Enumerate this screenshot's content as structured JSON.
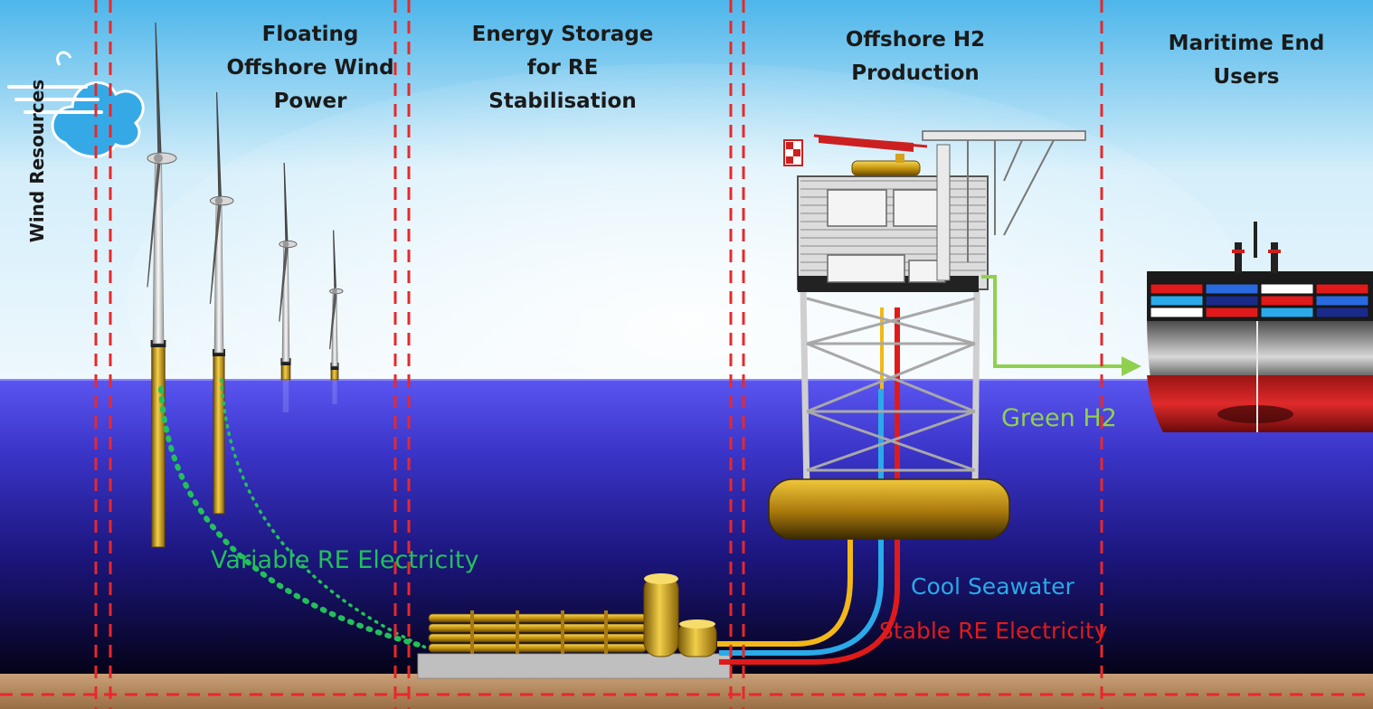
{
  "headers": {
    "wind_resources": "Wind Resources",
    "floating_wind": [
      "Floating",
      "Offshore Wind",
      "Power"
    ],
    "energy_storage": [
      "Energy Storage",
      "for RE",
      "Stabilisation"
    ],
    "h2_production": [
      "Offshore H2",
      "Production"
    ],
    "end_users": [
      "Maritime End",
      "Users"
    ]
  },
  "flows": {
    "variable_electricity": "Variable RE Electricity",
    "green_h2": "Green H2",
    "cool_seawater": "Cool Seawater",
    "stable_electricity": "Stable RE Electricity"
  },
  "colors": {
    "divider": "#e8282a",
    "sea": "#3a34c8",
    "variable_flow": "#22c05a",
    "green_h2": "#8fd14f",
    "cool_seawater": "#2aaae8",
    "stable_electricity": "#e01a1a",
    "equipment_gold": "#d4a21c"
  },
  "icons": [
    "wind-cloud-icon",
    "wind-turbine-icon",
    "storage-tank-icon",
    "offshore-platform-icon",
    "cargo-ship-icon"
  ]
}
